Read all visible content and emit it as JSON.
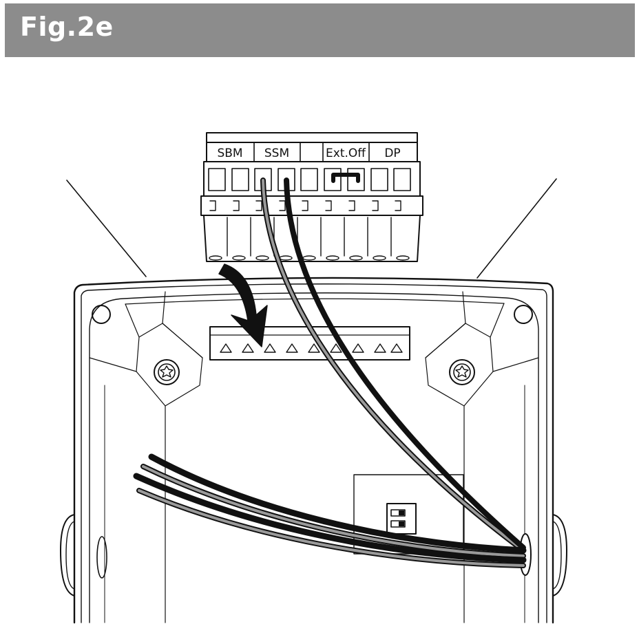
{
  "figure": {
    "title": "Fig.2e"
  },
  "connector": {
    "labels": [
      {
        "key": "sbm",
        "text": "SBM"
      },
      {
        "key": "ssm",
        "text": "SSM"
      },
      {
        "key": "blank",
        "text": ""
      },
      {
        "key": "extoff",
        "text": "Ext.Off"
      },
      {
        "key": "dp",
        "text": "DP"
      }
    ]
  }
}
